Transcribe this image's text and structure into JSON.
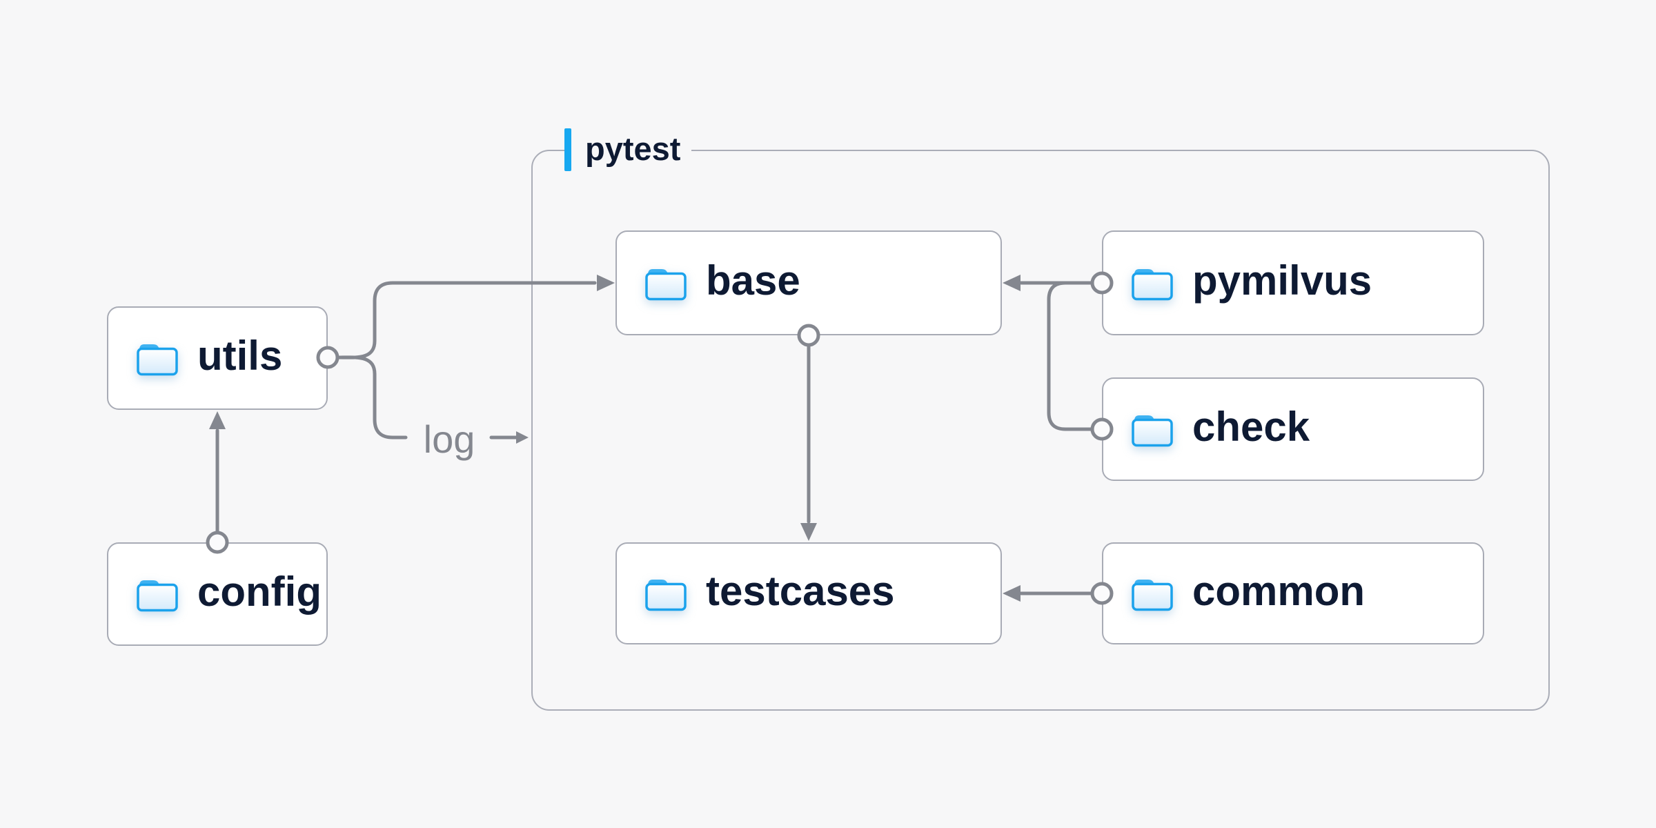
{
  "diagram": {
    "container": {
      "label": "pytest"
    },
    "nodes": [
      {
        "id": "utils",
        "label": "utils",
        "icon": "folder-icon"
      },
      {
        "id": "config",
        "label": "config",
        "icon": "folder-icon"
      },
      {
        "id": "base",
        "label": "base",
        "icon": "folder-icon"
      },
      {
        "id": "pymilvus",
        "label": "pymilvus",
        "icon": "folder-icon"
      },
      {
        "id": "check",
        "label": "check",
        "icon": "folder-icon"
      },
      {
        "id": "testcases",
        "label": "testcases",
        "icon": "folder-icon"
      },
      {
        "id": "common",
        "label": "common",
        "icon": "folder-icon"
      }
    ],
    "edges": [
      {
        "from": "utils",
        "to": "base",
        "label": ""
      },
      {
        "from": "utils",
        "to": "pytest-container",
        "label": "log"
      },
      {
        "from": "config",
        "to": "utils",
        "label": ""
      },
      {
        "from": "base",
        "to": "testcases",
        "label": ""
      },
      {
        "from": "pymilvus",
        "to": "base",
        "label": ""
      },
      {
        "from": "check",
        "to": "base",
        "label": ""
      },
      {
        "from": "common",
        "to": "testcases",
        "label": ""
      }
    ],
    "colors": {
      "background": "#f7f7f8",
      "node_fill": "#ffffff",
      "node_border": "#a8abb5",
      "connector": "#84878f",
      "text": "#0e1a33",
      "accent": "#17a8f0",
      "folder_stroke": "#1ba2ec",
      "folder_tab": "#3fb2f1",
      "folder_fill_light": "#ffffff",
      "folder_fill_dark": "#d4eafb"
    }
  }
}
